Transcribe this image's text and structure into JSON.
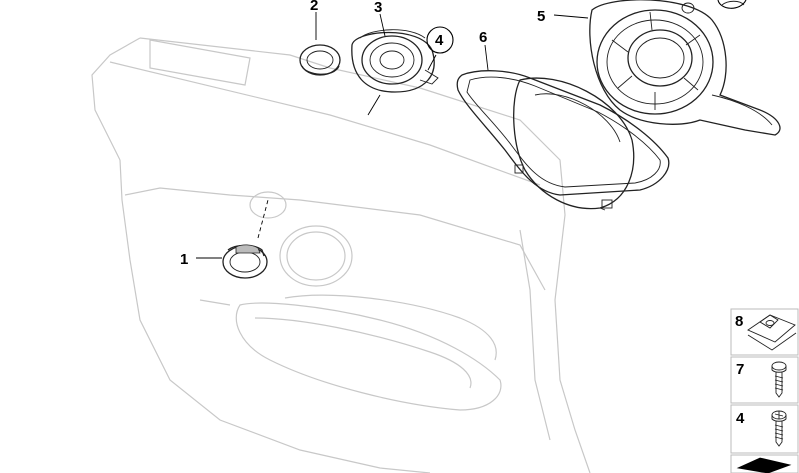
{
  "callouts": [
    {
      "id": "1",
      "label": "1"
    },
    {
      "id": "2",
      "label": "2"
    },
    {
      "id": "3",
      "label": "3"
    },
    {
      "id": "4",
      "label": "4"
    },
    {
      "id": "5",
      "label": "5"
    },
    {
      "id": "6",
      "label": "6"
    }
  ],
  "legend": [
    {
      "id": "8",
      "label": "8"
    },
    {
      "id": "7",
      "label": "7"
    },
    {
      "id": "4",
      "label": "4"
    }
  ],
  "colors": {
    "line": "#222222",
    "panel": "#c8c8c8",
    "background": "#ffffff"
  }
}
